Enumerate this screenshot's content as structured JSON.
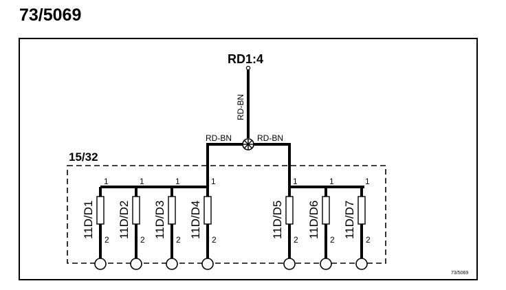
{
  "page_title": "73/5069",
  "node_label": "RD1:4",
  "wire_colors": {
    "vertical": "RD-BN",
    "left": "RD-BN",
    "right": "RD-BN"
  },
  "group_label": "15/32",
  "components": [
    {
      "id": "11D/D1",
      "pin_top": "1",
      "pin_bottom": "2"
    },
    {
      "id": "11D/D2",
      "pin_top": "1",
      "pin_bottom": "2"
    },
    {
      "id": "11D/D3",
      "pin_top": "1",
      "pin_bottom": "2"
    },
    {
      "id": "11D/D4",
      "pin_top": "1",
      "pin_bottom": "2"
    },
    {
      "id": "11D/D5",
      "pin_top": "1",
      "pin_bottom": "2"
    },
    {
      "id": "11D/D6",
      "pin_top": "1",
      "pin_bottom": "2"
    },
    {
      "id": "11D/D7",
      "pin_top": "1",
      "pin_bottom": "2"
    }
  ],
  "reference": "73/5069"
}
